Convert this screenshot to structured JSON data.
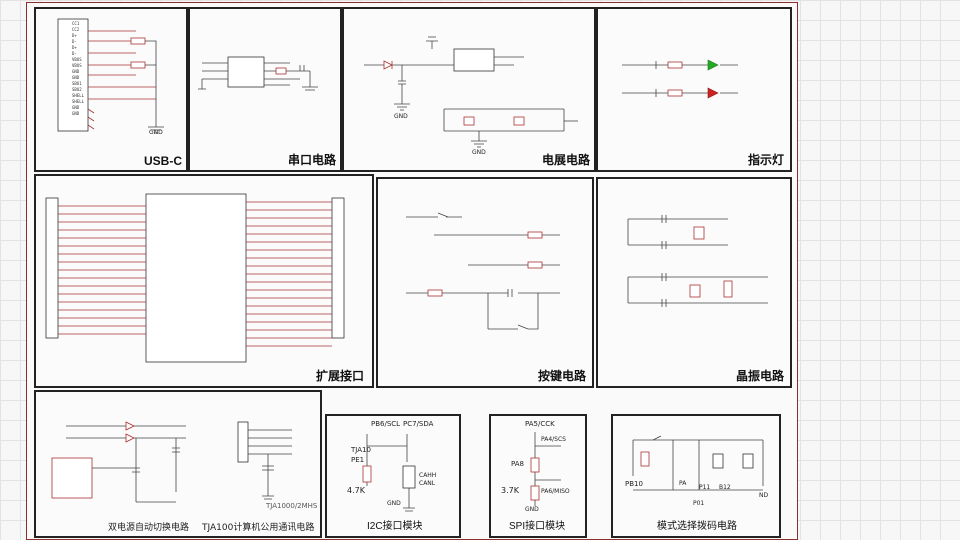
{
  "panels": {
    "usbc": {
      "title": "USB-C",
      "gnd": "GND"
    },
    "uart": {
      "title": "串口电路"
    },
    "power": {
      "title": "电展电路",
      "gnd1": "GND",
      "gnd2": "GND"
    },
    "led": {
      "title": "指示灯"
    },
    "expand": {
      "title": "扩展接口"
    },
    "keys": {
      "title": "按键电路"
    },
    "crystal": {
      "title": "晶振电路"
    },
    "dualpower": {
      "title": "双电源自动切换电路"
    },
    "can": {
      "title": "TJA100计算机公用通讯电路",
      "title2": "TJA1000/2MHS"
    },
    "i2c": {
      "title": "I2C接口模块",
      "scl": "PB6/SCL",
      "sda": "PC7/SDA",
      "pull": "4.7K",
      "gnd": "GND",
      "tjaname": "TJA10",
      "pe": "PE1",
      "canl": "CANL",
      "cahh": "CAHH"
    },
    "spi": {
      "title": "SPI接口模块",
      "sck": "PA5/CCK",
      "res": "3.7K",
      "pa": "PA8",
      "nss": "PA4/SCS",
      "miso": "PA6/MISO",
      "gnd": "GND"
    },
    "mode": {
      "title": "模式选择拨码电路",
      "pb10": "PB10",
      "pa": "PA",
      "p11": "P11",
      "b12": "B12",
      "p01": "P01",
      "nd": "ND"
    }
  },
  "colors": {
    "frame": "#8b2e2e",
    "wire": "#444444",
    "component": "#aa3333",
    "led_green": "#22aa22",
    "led_red": "#cc2222"
  }
}
